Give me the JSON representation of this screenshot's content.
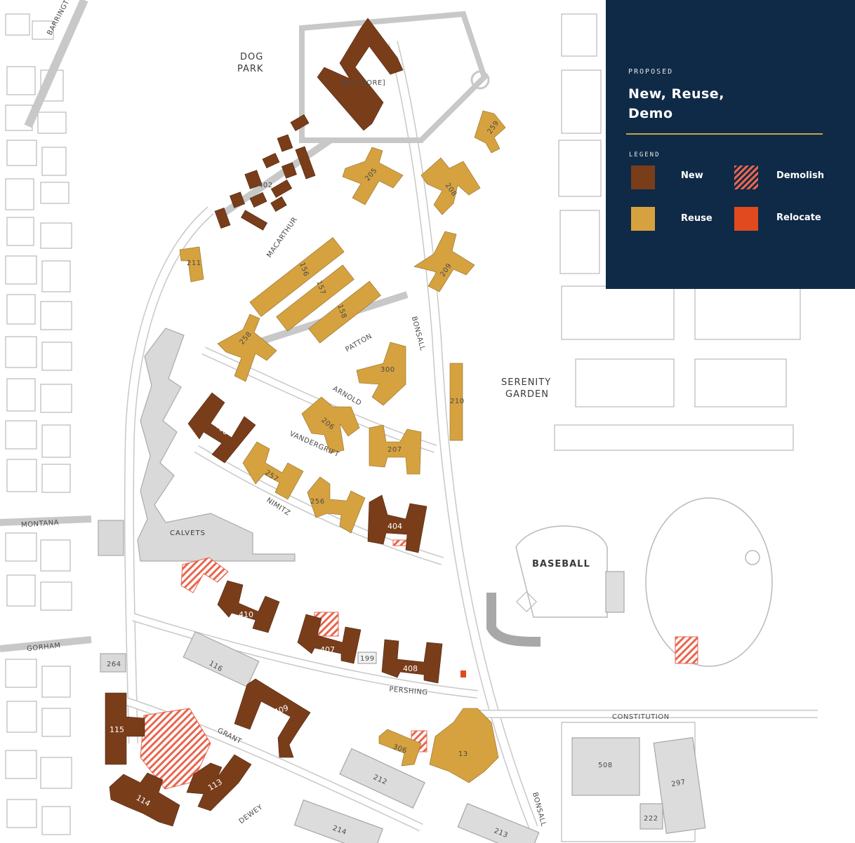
{
  "legend": {
    "kicker": "PROPOSED",
    "title": "New, Reuse, Demo",
    "heading": "LEGEND",
    "items": [
      {
        "label": "New",
        "color": "#7a3d1a"
      },
      {
        "label": "Demolish",
        "color": "#e8664f"
      },
      {
        "label": "Reuse",
        "color": "#d6a23f"
      },
      {
        "label": "Relocate",
        "color": "#e04a1e"
      }
    ]
  },
  "places": {
    "dog_park": [
      "DOG",
      "PARK"
    ],
    "serenity_garden": [
      "SERENITY",
      "GARDEN"
    ],
    "baseball": "BASEBALL",
    "calvets": "CALVETS"
  },
  "streets": {
    "barrington": "BARRINGTO",
    "macarthur": "MACARTHUR",
    "patton": "PATTON",
    "bonsall_north": "BONSALL",
    "bonsall_south": "BONSALL",
    "arnold": "ARNOLD",
    "vandergrift": "VANDERGRIFT",
    "nimitz": "NIMITZ",
    "montana": "MONTANA",
    "gorham": "GORHAM",
    "pershing": "PERSHING",
    "grant": "GRANT",
    "dewey": "DEWEY",
    "constitution": "CONSTITUTION"
  },
  "buildings": {
    "b401": "401 [CORE]",
    "b402": "402",
    "b205": "205",
    "b208": "208",
    "b259": "259",
    "b209": "209",
    "b211": "211",
    "b156": "156",
    "b157": "157",
    "b158": "158",
    "b258": "258",
    "b300": "300",
    "b210": "210",
    "b400": "400",
    "b206": "206",
    "b207": "207",
    "b257": "257",
    "b256": "256",
    "b404": "404",
    "b410": "410",
    "b407": "407",
    "b199": "199",
    "b408": "408",
    "b264": "264",
    "b116": "116",
    "b409": "409",
    "b115": "115",
    "b114": "114",
    "b113": "113",
    "b306": "306",
    "b13": "13",
    "b212": "212",
    "b214": "214",
    "b213": "213",
    "b508": "508",
    "b297": "297",
    "b222": "222"
  }
}
